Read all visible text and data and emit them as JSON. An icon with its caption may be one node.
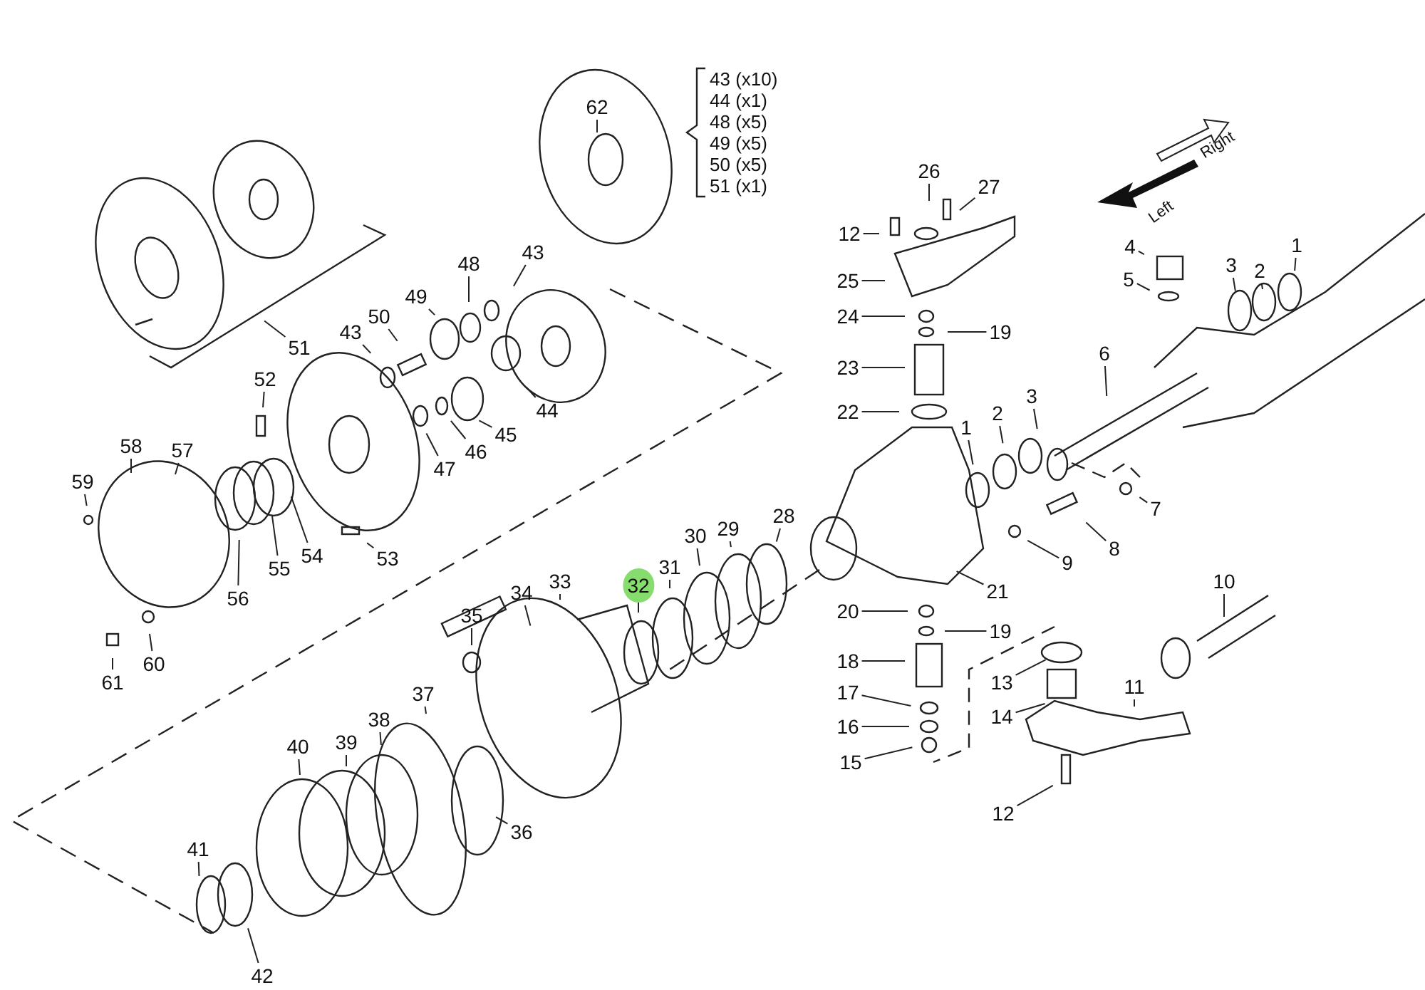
{
  "diagram": {
    "nodes": [
      {
        "text": [
          "62"
        ]
      },
      {
        "text": [
          "26"
        ]
      },
      {
        "text": [
          "27"
        ]
      },
      {
        "text": [
          "12"
        ]
      },
      {
        "text": [
          "4"
        ]
      },
      {
        "text": [
          "1"
        ]
      },
      {
        "text": [
          "43"
        ]
      },
      {
        "text": [
          "48"
        ]
      },
      {
        "text": [
          "2"
        ]
      },
      {
        "text": [
          "3"
        ]
      },
      {
        "text": [
          "5"
        ]
      },
      {
        "text": [
          "25"
        ]
      },
      {
        "text": [
          "49"
        ]
      },
      {
        "text": [
          "50"
        ]
      },
      {
        "text": [
          "24"
        ]
      },
      {
        "text": [
          "19"
        ]
      },
      {
        "text": [
          "43"
        ]
      },
      {
        "text": [
          "51"
        ]
      },
      {
        "text": [
          "6"
        ]
      },
      {
        "text": [
          "23"
        ]
      },
      {
        "text": [
          "52"
        ]
      },
      {
        "text": [
          "44"
        ]
      },
      {
        "text": [
          "3"
        ]
      },
      {
        "text": [
          "22"
        ]
      },
      {
        "text": [
          "2"
        ]
      },
      {
        "text": [
          "1"
        ]
      },
      {
        "text": [
          "45"
        ]
      },
      {
        "text": [
          "58"
        ]
      },
      {
        "text": [
          "46"
        ]
      },
      {
        "text": [
          "57"
        ]
      },
      {
        "text": [
          "47"
        ]
      },
      {
        "text": [
          "59"
        ]
      },
      {
        "text": [
          "7"
        ]
      },
      {
        "text": [
          "29"
        ]
      },
      {
        "text": [
          "28"
        ]
      },
      {
        "text": [
          "8"
        ]
      },
      {
        "text": [
          "30"
        ]
      },
      {
        "text": [
          "53"
        ]
      },
      {
        "text": [
          "54"
        ]
      },
      {
        "text": [
          "9"
        ]
      },
      {
        "text": [
          "31"
        ]
      },
      {
        "text": [
          "55"
        ]
      },
      {
        "text": [
          "33"
        ]
      },
      {
        "text": [
          "10"
        ]
      },
      {
        "text": [
          "32"
        ]
      },
      {
        "text": [
          "21"
        ]
      },
      {
        "text": [
          "56"
        ]
      },
      {
        "text": [
          "34"
        ]
      },
      {
        "text": [
          "20"
        ]
      },
      {
        "text": [
          "19"
        ]
      },
      {
        "text": [
          "35"
        ]
      },
      {
        "text": [
          "60"
        ]
      },
      {
        "text": [
          "18"
        ]
      },
      {
        "text": [
          "61"
        ]
      },
      {
        "text": [
          "13"
        ]
      },
      {
        "text": [
          "11"
        ]
      },
      {
        "text": [
          "17"
        ]
      },
      {
        "text": [
          "37"
        ]
      },
      {
        "text": [
          "14"
        ]
      },
      {
        "text": [
          "38"
        ]
      },
      {
        "text": [
          "16"
        ]
      },
      {
        "text": [
          "39"
        ]
      },
      {
        "text": [
          "15"
        ]
      },
      {
        "text": [
          "40"
        ]
      },
      {
        "text": [
          "12"
        ]
      },
      {
        "text": [
          "36"
        ]
      },
      {
        "text": [
          "41"
        ]
      },
      {
        "text": [
          "42"
        ]
      }
    ],
    "edges": [
      {
        "from": 0,
        "to": null,
        "arrow": "none"
      },
      {
        "from": 1,
        "to": null,
        "arrow": "none"
      },
      {
        "from": 2,
        "to": null,
        "arrow": "none"
      },
      {
        "from": 3,
        "to": null,
        "arrow": "none"
      },
      {
        "from": 4,
        "to": null,
        "arrow": "none"
      },
      {
        "from": 5,
        "to": null,
        "arrow": "none"
      },
      {
        "from": 6,
        "to": null,
        "arrow": "none"
      },
      {
        "from": 7,
        "to": null,
        "arrow": "none"
      },
      {
        "from": 8,
        "to": null,
        "arrow": "none"
      },
      {
        "from": 9,
        "to": null,
        "arrow": "none"
      },
      {
        "from": 10,
        "to": null,
        "arrow": "none"
      },
      {
        "from": 11,
        "to": null,
        "arrow": "none"
      },
      {
        "from": 12,
        "to": null,
        "arrow": "none"
      },
      {
        "from": 13,
        "to": null,
        "arrow": "none"
      },
      {
        "from": 14,
        "to": null,
        "arrow": "none"
      },
      {
        "from": 15,
        "to": null,
        "arrow": "none"
      },
      {
        "from": 16,
        "to": null,
        "arrow": "none"
      },
      {
        "from": 17,
        "to": null,
        "arrow": "none"
      },
      {
        "from": 18,
        "to": null,
        "arrow": "none"
      },
      {
        "from": 19,
        "to": null,
        "arrow": "none"
      },
      {
        "from": 20,
        "to": null,
        "arrow": "none"
      },
      {
        "from": 21,
        "to": null,
        "arrow": "none"
      },
      {
        "from": 22,
        "to": null,
        "arrow": "none"
      },
      {
        "from": 23,
        "to": null,
        "arrow": "none"
      },
      {
        "from": 24,
        "to": null,
        "arrow": "none"
      },
      {
        "from": 25,
        "to": null,
        "arrow": "none"
      },
      {
        "from": 26,
        "to": null,
        "arrow": "none"
      },
      {
        "from": 27,
        "to": null,
        "arrow": "none"
      },
      {
        "from": 28,
        "to": null,
        "arrow": "none"
      },
      {
        "from": 29,
        "to": null,
        "arrow": "none"
      },
      {
        "from": 30,
        "to": null,
        "arrow": "none"
      },
      {
        "from": 31,
        "to": null,
        "arrow": "none"
      },
      {
        "from": 32,
        "to": null,
        "arrow": "none"
      },
      {
        "from": 33,
        "to": null,
        "arrow": "none"
      },
      {
        "from": 34,
        "to": null,
        "arrow": "none"
      },
      {
        "from": 35,
        "to": null,
        "arrow": "none"
      },
      {
        "from": 36,
        "to": null,
        "arrow": "none"
      },
      {
        "from": 37,
        "to": null,
        "arrow": "none"
      },
      {
        "from": 38,
        "to": null,
        "arrow": "none"
      },
      {
        "from": 39,
        "to": null,
        "arrow": "none"
      },
      {
        "from": 40,
        "to": null,
        "arrow": "none"
      },
      {
        "from": 41,
        "to": null,
        "arrow": "none"
      },
      {
        "from": 42,
        "to": null,
        "arrow": "none"
      },
      {
        "from": 43,
        "to": null,
        "arrow": "none"
      },
      {
        "from": 44,
        "to": null,
        "arrow": "none"
      },
      {
        "from": 45,
        "to": null,
        "arrow": "none"
      },
      {
        "from": 46,
        "to": null,
        "arrow": "none"
      },
      {
        "from": 47,
        "to": null,
        "arrow": "none"
      },
      {
        "from": 48,
        "to": null,
        "arrow": "none"
      },
      {
        "from": 49,
        "to": null,
        "arrow": "none"
      },
      {
        "from": 50,
        "to": null,
        "arrow": "none"
      },
      {
        "from": 51,
        "to": null,
        "arrow": "none"
      },
      {
        "from": 52,
        "to": null,
        "arrow": "none"
      },
      {
        "from": 53,
        "to": null,
        "arrow": "none"
      },
      {
        "from": 54,
        "to": null,
        "arrow": "none"
      },
      {
        "from": 55,
        "to": null,
        "arrow": "none"
      },
      {
        "from": 56,
        "to": null,
        "arrow": "none"
      },
      {
        "from": 57,
        "to": null,
        "arrow": "none"
      },
      {
        "from": 58,
        "to": null,
        "arrow": "none"
      },
      {
        "from": 59,
        "to": null,
        "arrow": "none"
      },
      {
        "from": 60,
        "to": null,
        "arrow": "none"
      },
      {
        "from": 61,
        "to": null,
        "arrow": "none"
      },
      {
        "from": 62,
        "to": null,
        "arrow": "none"
      },
      {
        "from": 63,
        "to": null,
        "arrow": "none"
      },
      {
        "from": 64,
        "to": null,
        "arrow": "none"
      },
      {
        "from": 65,
        "to": null,
        "arrow": "none"
      },
      {
        "from": 66,
        "to": null,
        "arrow": "none"
      },
      {
        "from": 67,
        "to": null,
        "arrow": "none"
      }
    ],
    "labels": [
      "43 (x10)",
      "44 (x1)",
      "48 (x5)",
      "49 (x5)",
      "50 (x5)",
      "51 (x1)",
      "Left",
      "Right"
    ]
  }
}
